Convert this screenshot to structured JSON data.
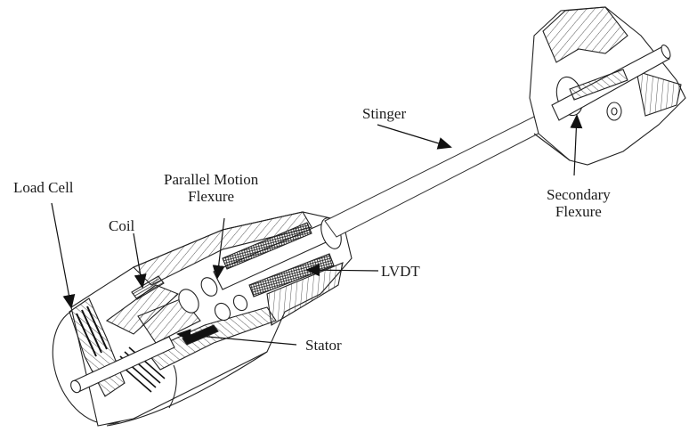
{
  "figure": {
    "subject": "Electromagnetic shaker cutaway with stinger",
    "labels": {
      "load_cell": "Load Cell",
      "coil": "Coil",
      "parallel_motion_flexure": [
        "Parallel Motion",
        "Flexure"
      ],
      "stinger": "Stinger",
      "secondary_flexure": [
        "Secondary",
        "Flexure"
      ],
      "lvdt": "LVDT",
      "stator": "Stator"
    }
  }
}
